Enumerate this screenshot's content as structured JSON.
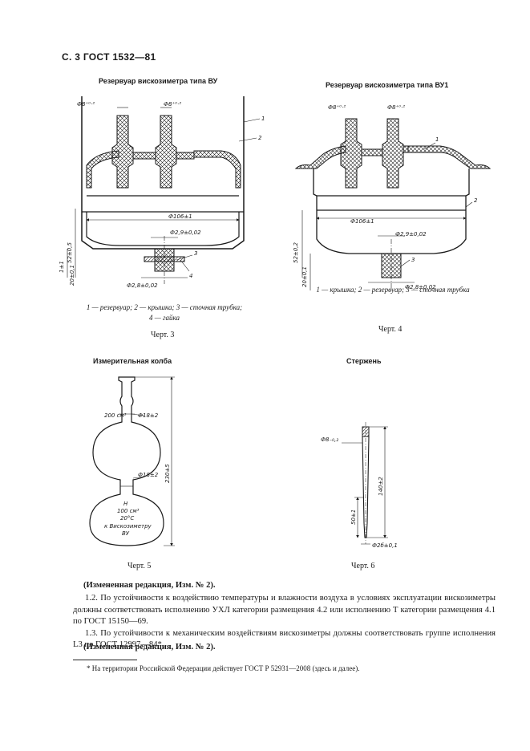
{
  "header": "С. 3 ГОСТ 1532—81",
  "fig3": {
    "caption": "Резервуар вискозиметра типа ВУ",
    "dims": {
      "d_left": "Ф8⁺⁰·²",
      "d_right": "Ф8⁺⁰·²",
      "d106": "Ф106±1",
      "d29": "Ф2,9±0,02",
      "d28": "Ф2,8±0,02",
      "h52": "52±0,5",
      "h1": "1±1",
      "h20": "20±0,1"
    },
    "labels": {
      "l1": "1",
      "l2": "2",
      "l3": "3",
      "l4": "4"
    },
    "legend_line1": "1 — резервуар; 2 — крышка; 3 — сточная трубка;",
    "legend_line2": "4 — гайка",
    "chert": "Черт. 3"
  },
  "fig4": {
    "caption": "Резервуар вискозиметра типа ВУ1",
    "dims": {
      "d_left": "Ф8⁺⁰·²",
      "d_right": "Ф8⁺⁰·²",
      "d106": "Ф106±1",
      "d29": "Ф2,9±0,02",
      "d28": "Ф2,8±0,02",
      "h52": "52±0,2",
      "h20": "20±0,1"
    },
    "labels": {
      "l1": "1",
      "l2": "2",
      "l3": "3"
    },
    "legend": "1 — крышка; 2 — резервуар; 3 — сточная трубка",
    "chert": "Черт. 4"
  },
  "fig5": {
    "caption": "Измерительная колба",
    "dims": {
      "v200": "200 см³",
      "d18a": "Ф18±2",
      "d18b": "Ф18±2",
      "h230": "230±5"
    },
    "mark_lines": [
      "Н",
      "100 см³",
      "20°С",
      "к Вискозиметру",
      "ВУ"
    ],
    "chert": "Черт. 5"
  },
  "fig6": {
    "caption": "Стержень",
    "dims": {
      "d8": "Ф8₋₀,₂",
      "h140": "140±2",
      "h50": "50±1",
      "d26": "Ф2б±0,1"
    },
    "chert": "Черт. 6"
  },
  "body": {
    "amend1": "(Измененная редакция, Изм. № 2).",
    "p12": "1.2. По устойчивости к воздействию температуры и влажности воздуха в условиях эксплуатации вискозиметры должны соответствовать исполнению УХЛ категории размещения 4.2 или исполнению Т категории размещения 4.1 по ГОСТ 15150—69.",
    "p13": "1.3. По устойчивости к механическим воздействиям вискозиметры должны соответствовать группе исполнения L3 по ГОСТ 12997—84*.",
    "amend2": "(Измененная редакция, Изм. № 2)."
  },
  "footnote": "* На территории Российской Федерации действует ГОСТ Р 52931—2008 (здесь и далее)."
}
